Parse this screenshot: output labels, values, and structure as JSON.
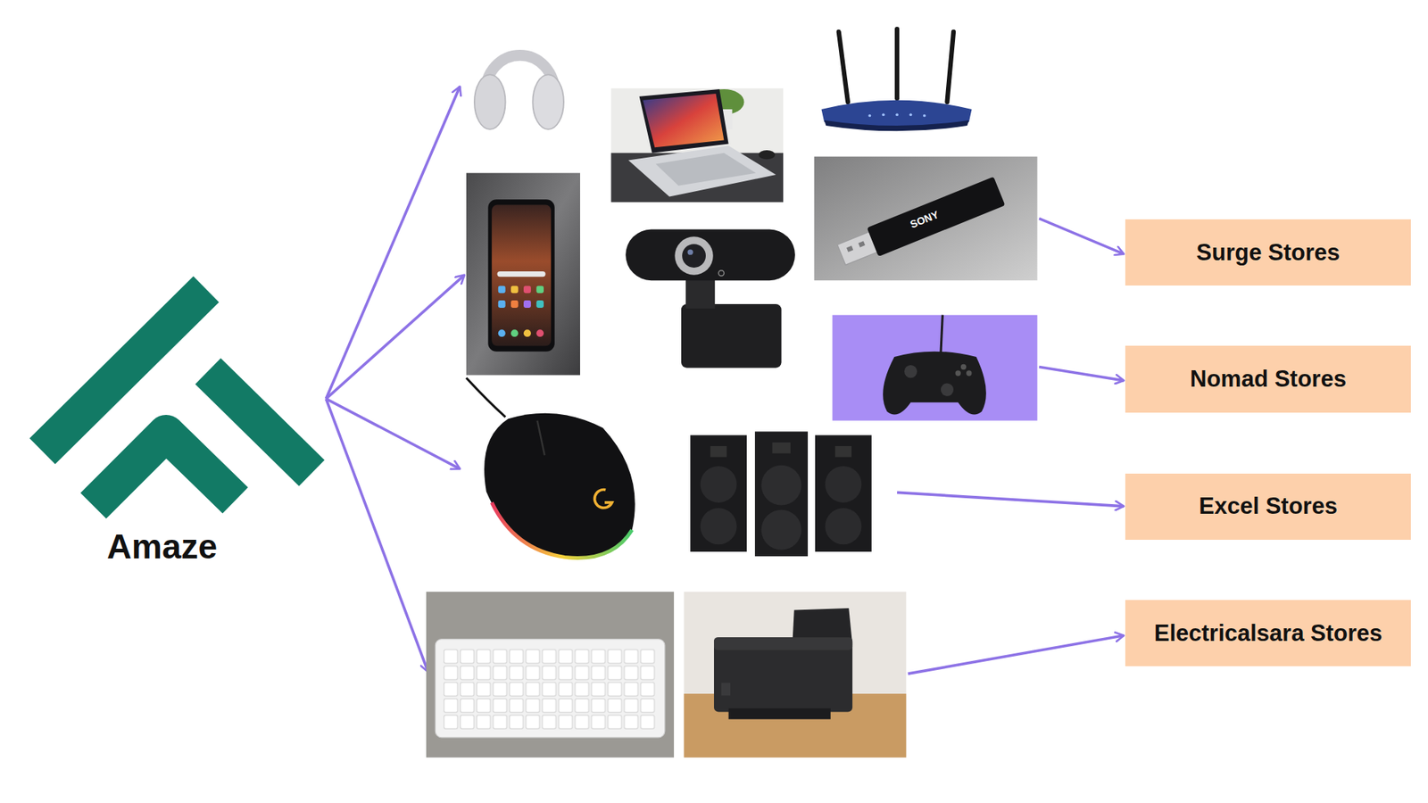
{
  "diagram": {
    "nodes": [
      {
        "text": [
          "Amaze"
        ]
      },
      {
        "text": [
          "Surge Stores"
        ]
      },
      {
        "text": [
          "Nomad Stores"
        ]
      },
      {
        "text": [
          "Excel Stores"
        ]
      },
      {
        "text": [
          "Electricalsara Stores"
        ]
      }
    ],
    "labels": [
      "SONY"
    ]
  }
}
